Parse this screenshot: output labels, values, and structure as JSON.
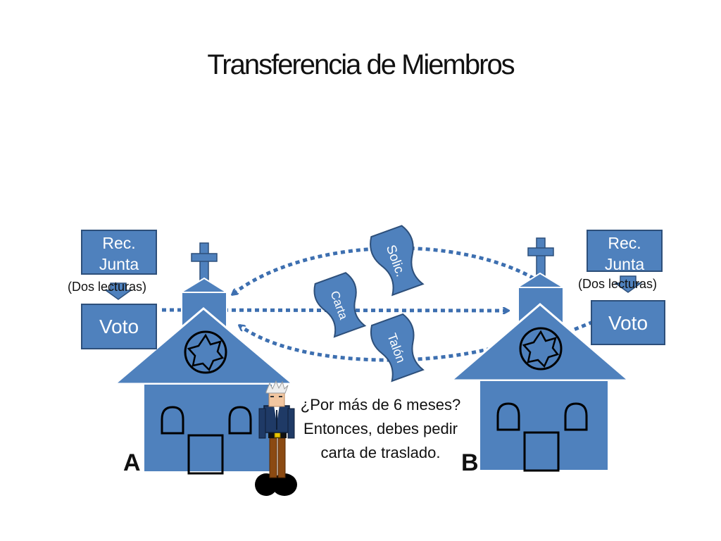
{
  "title": "Transferencia de Miembros",
  "church_a": {
    "letter": "A",
    "rec_line1": "Rec.",
    "rec_line2": "Junta",
    "note": "(Dos lecturas)",
    "vote": "Voto"
  },
  "church_b": {
    "letter": "B",
    "rec_line1": "Rec.",
    "rec_line2": "Junta",
    "note": "(Dos lecturas)",
    "vote": "Voto"
  },
  "documents": {
    "request": "Solic.",
    "letter": "Carta",
    "stub": "Talón"
  },
  "speech": {
    "line1": "¿Por más de 6 meses?",
    "line2": "Entonces, debes pedir",
    "line3": "carta de traslado."
  },
  "colors": {
    "church_fill": "#4f81bd",
    "border": "#2d4f7a",
    "arrow": "#3d6fb0"
  }
}
